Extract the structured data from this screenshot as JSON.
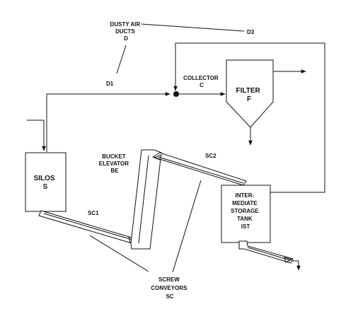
{
  "labels": {
    "dusty_air_ducts": [
      "DUSTY AIR",
      "DUCTS",
      "D"
    ],
    "d1": "D1",
    "d3": "D3",
    "collector": [
      "COLLECTOR",
      "C"
    ],
    "filter": [
      "FILTER",
      "F"
    ],
    "bucket_elevator": [
      "BUCKET",
      "ELEVATOR",
      "BE"
    ],
    "silos": [
      "SILOS",
      "S"
    ],
    "sc1": "SC1",
    "sc2": "SC2",
    "storage_tank": [
      "INTER-",
      "MEDIATE",
      "STORAGE",
      "TANK",
      "IST"
    ],
    "screw_conveyors": [
      "SCREW",
      "CONVEYORS",
      "SC"
    ]
  }
}
